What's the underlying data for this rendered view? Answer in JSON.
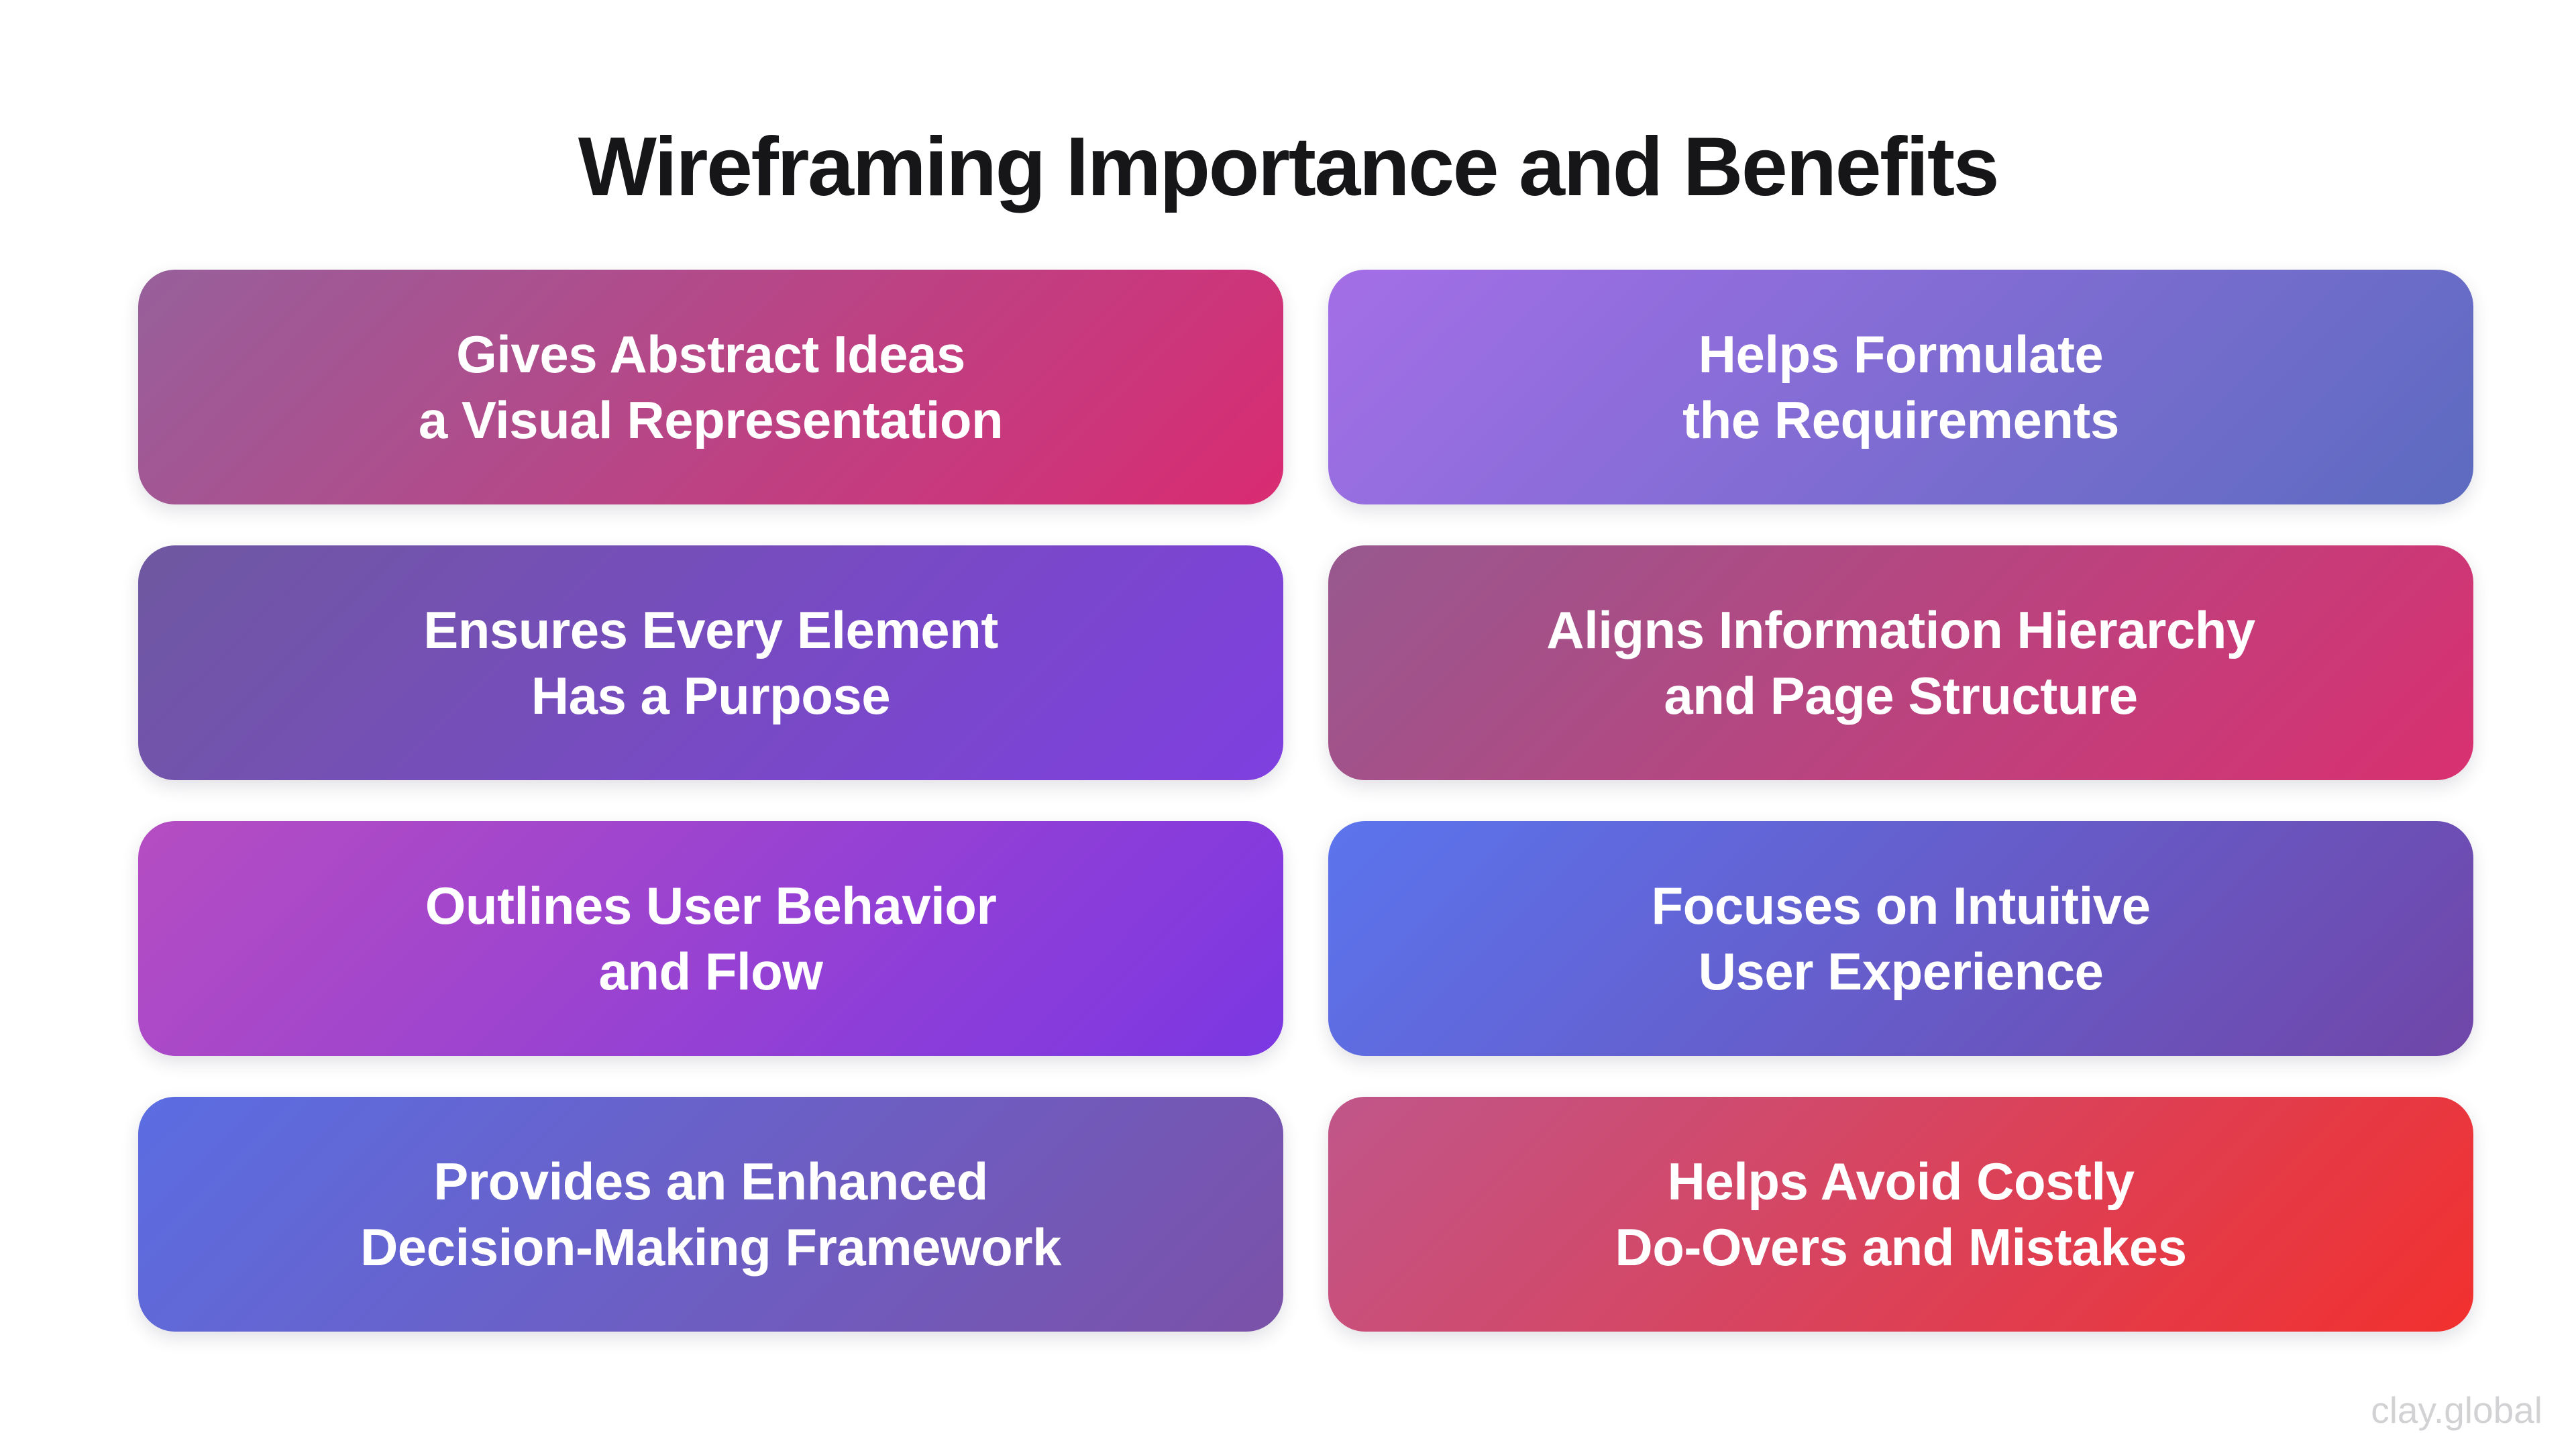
{
  "page": {
    "title": "Wireframing Importance and Benefits",
    "watermark": "clay.global",
    "background_color": "#ffffff",
    "title_color": "#161618",
    "card_text_color": "#ffffff",
    "watermark_color": "#d2d2d5"
  },
  "cards": [
    {
      "id": "visual-representation",
      "line1": "Gives Abstract Ideas",
      "line2": "a Visual Representation",
      "gradient_start": "#97609B",
      "gradient_end": "#D92B72"
    },
    {
      "id": "formulate-requirements",
      "line1": "Helps Formulate",
      "line2": "the Requirements",
      "gradient_start": "#A46EE7",
      "gradient_end": "#5C6BBF"
    },
    {
      "id": "element-purpose",
      "line1": "Ensures Every Element",
      "line2": "Has a Purpose",
      "gradient_start": "#6F58A0",
      "gradient_end": "#7F3FE0"
    },
    {
      "id": "aligns-hierarchy",
      "line1": "Aligns Information Hierarchy",
      "line2": "and Page Structure",
      "gradient_start": "#97598F",
      "gradient_end": "#D93070"
    },
    {
      "id": "user-behavior-flow",
      "line1": "Outlines User Behavior",
      "line2": "and Flow",
      "gradient_start": "#B54DC2",
      "gradient_end": "#7B37E2"
    },
    {
      "id": "intuitive-ux",
      "line1": "Focuses on Intuitive",
      "line2": "User Experience",
      "gradient_start": "#5B74ED",
      "gradient_end": "#7046A8"
    },
    {
      "id": "decision-framework",
      "line1": "Provides an Enhanced",
      "line2": "Decision-Making Framework",
      "gradient_start": "#5B6DE2",
      "gradient_end": "#7B51A8"
    },
    {
      "id": "avoid-mistakes",
      "line1": "Helps Avoid Costly",
      "line2": "Do-Overs and Mistakes",
      "gradient_start": "#C0568A",
      "gradient_end": "#F2302E"
    }
  ]
}
